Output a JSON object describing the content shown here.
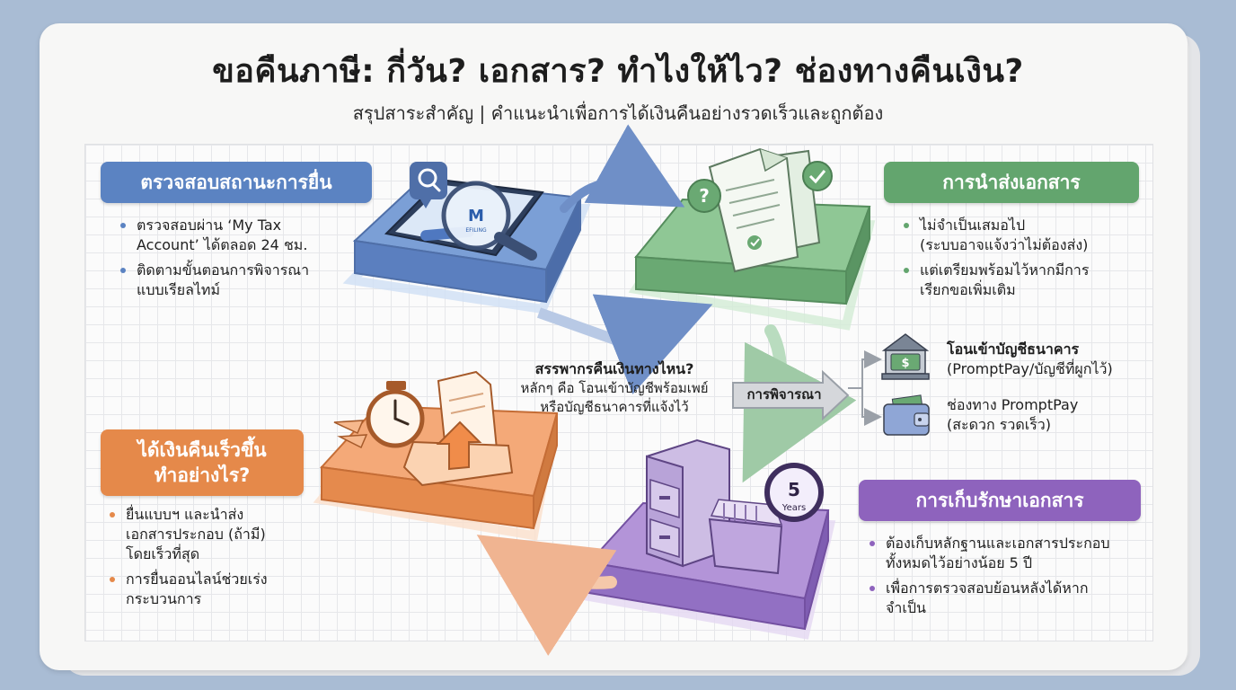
{
  "title": "ขอคืนภาษี: กี่วัน? เอกสาร? ทำไงให้ไว? ช่องทางคืนเงิน?",
  "subtitle": "สรุปสาระสำคัญ | คำแนะนำเพื่อการได้เงินคืนอย่างรวดเร็วและถูกต้อง",
  "colors": {
    "blue": "#5b83c2",
    "green": "#63a56e",
    "orange": "#e5894a",
    "purple": "#8e63bd",
    "background": "#a9bcd4"
  },
  "sections": {
    "status": {
      "title": "ตรวจสอบสถานะการยื่น",
      "bullets": [
        "ตรวจสอบผ่าน ‘My Tax\nAccount’ ได้ตลอด 24 ชม.",
        "ติดตามขั้นตอนการพิจารณา\nแบบเรียลไทม์"
      ]
    },
    "documents": {
      "title": "การนำส่งเอกสาร",
      "bullets": [
        "ไม่จำเป็นเสมอไป\n(ระบบอาจแจ้งว่าไม่ต้องส่ง)",
        "แต่เตรียมพร้อมไว้หากมีการ\nเรียกขอเพิ่มเติม"
      ]
    },
    "faster": {
      "title_line1": "ได้เงินคืนเร็วขึ้น",
      "title_line2": "ทำอย่างไร?",
      "bullets": [
        "ยื่นแบบฯ และนำส่ง\nเอกสารประกอบ (ถ้ามี)\nโดยเร็วที่สุด",
        "การยื่นออนไลน์ช่วยเร่ง\nกระบวนการ"
      ]
    },
    "storage": {
      "title": "การเก็บรักษาเอกสาร",
      "bullets": [
        "ต้องเก็บหลักฐานและเอกสารประกอบ\nทั้งหมดไว้อย่างน้อย 5 ปี",
        "เพื่อการตรวจสอบย้อนหลังได้หาก\nจำเป็น"
      ]
    }
  },
  "center": {
    "question": "สรรพากรคืนเงินทางไหน?",
    "answer": "หลักๆ คือ โอนเข้าบัญชีพร้อมเพย์\nหรือบัญชีธนาคารที่แจ้งไว้",
    "review_label": "การพิจารณา"
  },
  "payment": {
    "bank_title": "โอนเข้าบัญชีธนาคาร",
    "bank_detail": "(PromptPay/บัญชีที่ผูกไว้)",
    "promptpay_title": "ช่องทาง PromptPay",
    "promptpay_detail": "(สะดวก รวดเร็ว)"
  },
  "icons": {
    "phone_logo": "M",
    "phone_logo_sub": "EFILING",
    "badge_number": "5",
    "badge_unit": "Years",
    "bank_symbol": "$"
  }
}
